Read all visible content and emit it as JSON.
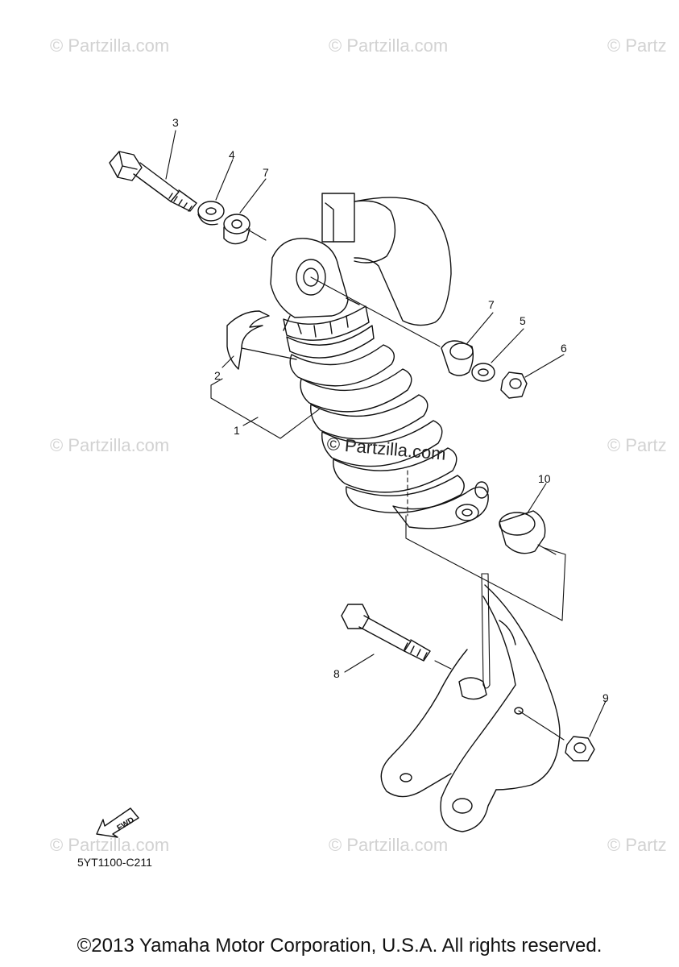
{
  "watermarks": {
    "text": "© Partzilla.com",
    "cut_text": "© Partz",
    "center_text": "© Partzilla.com"
  },
  "callouts": [
    "1",
    "2",
    "3",
    "4",
    "5",
    "6",
    "7",
    "7",
    "8",
    "9",
    "10"
  ],
  "fwd_label": "FWD",
  "diagram_code": "5YT1100-C211",
  "copyright": "©2013 Yamaha Motor Corporation, U.S.A. All rights reserved."
}
